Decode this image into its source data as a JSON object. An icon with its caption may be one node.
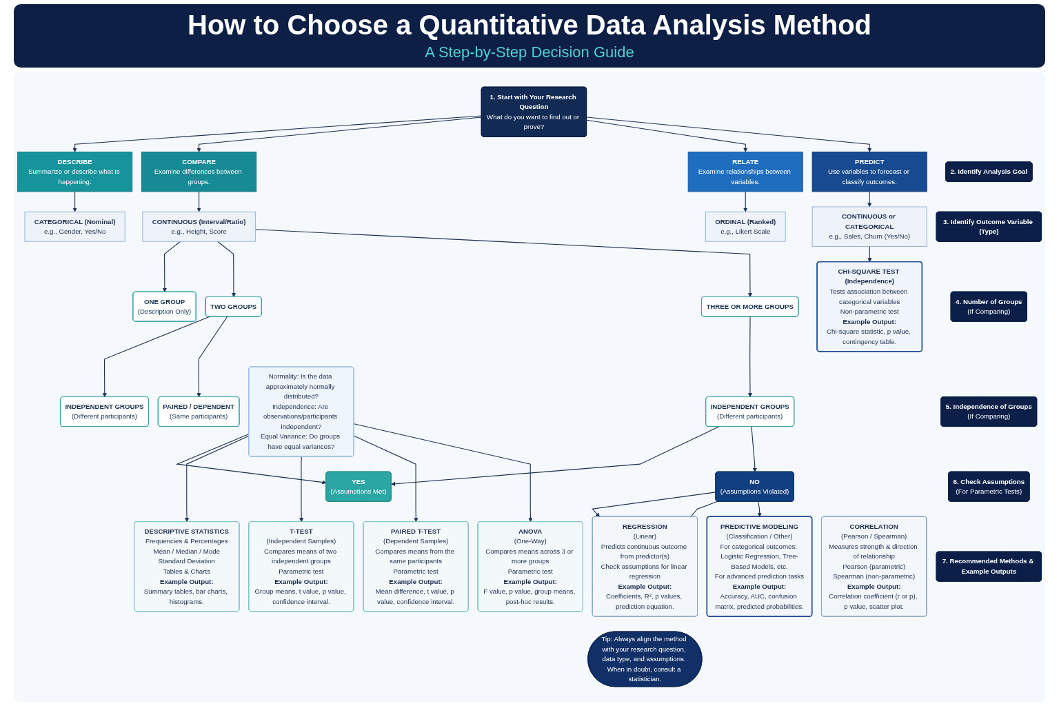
{
  "diagram": {
    "title": "How to Choose a Quantitative Data Analysis Method",
    "nodes": [
      {
        "text": [
          "1. Start with Your Research Question",
          "What do you want to find out or prove?"
        ]
      },
      {
        "text": [
          "2. Identify Analysis Goal"
        ]
      },
      {
        "text": [
          "3. Identify Outcome Variable (Type)"
        ]
      },
      {
        "text": [
          "4. Number of Groups",
          "(If Comparing)"
        ]
      },
      {
        "text": [
          "5. Independence of Groups",
          "(If Comparing)"
        ]
      },
      {
        "text": [
          "6. Check Assumptions",
          "(For Parametric Tests)"
        ]
      },
      {
        "text": [
          "7. Recommended Methods & Example Outputs"
        ]
      },
      {
        "text": [
          "DESCRIBE",
          "Summarize or describe what is happening."
        ]
      },
      {
        "text": [
          "COMPARE",
          "Examine differences between groups."
        ]
      },
      {
        "text": [
          "RELATE",
          "Examine relationships between variables."
        ]
      },
      {
        "text": [
          "PREDICT",
          "Use variables to forecast or classify outcomes."
        ]
      },
      {
        "text": [
          "CATEGORICAL (Nominal)",
          "e.g., Gender, Yes/No"
        ]
      },
      {
        "text": [
          "CONTINUOUS (Interval/Ratio)",
          "e.g., Height, Score"
        ]
      },
      {
        "text": [
          "ORDINAL (Ranked)",
          "e.g., Likert Scale"
        ]
      },
      {
        "text": [
          "CONTINUOUS or CATEGORICAL",
          "e.g., Sales, Churn (Yes/No)"
        ]
      },
      {
        "text": [
          "ONE GROUP",
          "(Description Only)"
        ]
      },
      {
        "text": [
          "TWO GROUPS"
        ]
      },
      {
        "text": [
          "THREE OR MORE GROUPS"
        ]
      },
      {
        "text": [
          "CHI-SQUARE TEST (Independence)",
          "Tests association between categorical variables",
          "Non-parametric test",
          "Example Output:",
          "Chi-square statistic, p value, contingency table."
        ]
      },
      {
        "text": [
          "INDEPENDENT GROUPS",
          "(Different participants)"
        ]
      },
      {
        "text": [
          "PAIRED / DEPENDENT",
          "(Same participants)"
        ]
      },
      {
        "text": [
          "INDEPENDENT GROUPS",
          "(Different participants)"
        ]
      },
      {
        "text": [
          "Normality: Is the data approximately normally distributed?",
          "Independence: Are observations/participants independent?",
          "Equal Variance: Do groups have equal variances?"
        ]
      },
      {
        "text": [
          "YES",
          "(Assumptions Met)"
        ]
      },
      {
        "text": [
          "NO",
          "(Assumptions Violated)"
        ]
      },
      {
        "text": [
          "DESCRIPTIVE STATISTICS",
          "Frequencies & Percentages",
          "Mean / Median / Mode",
          "Standard Deviation",
          "Tables & Charts",
          "Example Output:",
          "Summary tables, bar charts, histograms."
        ]
      },
      {
        "text": [
          "T-TEST",
          "(Independent Samples)",
          "Compares means of two independent groups",
          "Parametric test",
          "Example Output:",
          "Group means, t value, p value, confidence interval."
        ]
      },
      {
        "text": [
          "PAIRED T-TEST",
          "(Dependent Samples)",
          "Compares means from the same participants",
          "Parametric test",
          "Example Output:",
          "Mean difference, t value, p value, confidence interval."
        ]
      },
      {
        "text": [
          "ANOVA",
          "(One-Way)",
          "Compares means across 3 or more groups",
          "Parametric test",
          "Example Output:",
          "F value, p value, group means, post-hoc results."
        ]
      },
      {
        "text": [
          "CORRELATION",
          "(Pearson / Spearman)",
          "Measures strength & direction of relationship",
          "Pearson (parametric)",
          "Spearman (non-parametric)",
          "Example Output:",
          "Correlation coefficient (r or p), p value, scatter plot."
        ]
      },
      {
        "text": [
          "REGRESSION",
          "(Linear)",
          "Predicts continuous outcome from predictor(s)",
          "Check assumptions for linear regression",
          "Example Output:",
          "Coefficients, R², p values, prediction equation."
        ]
      },
      {
        "text": [
          "PREDICTIVE MODELING",
          "(Classification / Other)",
          "For categorical outcomes: Logistic Regression, Tree-Based Models, etc.",
          "For advanced prediction tasks",
          "Example Output:",
          "Accuracy, AUC, confusion matrix, predicted probabilities."
        ]
      },
      {
        "text": [
          "Tip: Always align the method with your research question, data type, and assumptions. When in doubt, consult a statistician."
        ]
      }
    ],
    "edges": [
      {
        "from": 0,
        "to": 7,
        "arrow": "to"
      },
      {
        "from": 0,
        "to": 8,
        "arrow": "to"
      },
      {
        "from": 0,
        "to": 9,
        "arrow": "to"
      },
      {
        "from": 0,
        "to": 10,
        "arrow": "to"
      },
      {
        "from": 7,
        "to": 11,
        "arrow": "to"
      },
      {
        "from": 8,
        "to": 12,
        "arrow": "to"
      },
      {
        "from": 9,
        "to": 13,
        "arrow": "to"
      },
      {
        "from": 10,
        "to": 14,
        "arrow": "to"
      },
      {
        "from": 12,
        "to": 15,
        "arrow": "to"
      },
      {
        "from": 12,
        "to": 16,
        "arrow": "to"
      },
      {
        "from": 12,
        "to": 17,
        "arrow": "to"
      },
      {
        "from": 14,
        "to": 18,
        "arrow": "to"
      },
      {
        "from": 16,
        "to": 19,
        "arrow": "to"
      },
      {
        "from": 16,
        "to": 20,
        "arrow": "to"
      },
      {
        "from": 17,
        "to": 21,
        "arrow": "to"
      },
      {
        "from": 21,
        "to": 23,
        "arrow": "to"
      },
      {
        "from": 21,
        "to": 24,
        "arrow": "to"
      },
      {
        "from": 22,
        "to": 23,
        "arrow": "to"
      },
      {
        "from": 22,
        "to": 25,
        "arrow": "to"
      },
      {
        "from": 22,
        "to": 26,
        "arrow": "to"
      },
      {
        "from": 22,
        "to": 27,
        "arrow": "to"
      },
      {
        "from": 22,
        "to": 28,
        "arrow": "to"
      },
      {
        "from": 24,
        "to": 30,
        "arrow": "to"
      },
      {
        "from": 24,
        "to": 30,
        "arrow": "none"
      },
      {
        "from": 24,
        "to": 31,
        "arrow": "to"
      }
    ],
    "labels": [
      "A Step-by-Step Decision Guide"
    ]
  }
}
